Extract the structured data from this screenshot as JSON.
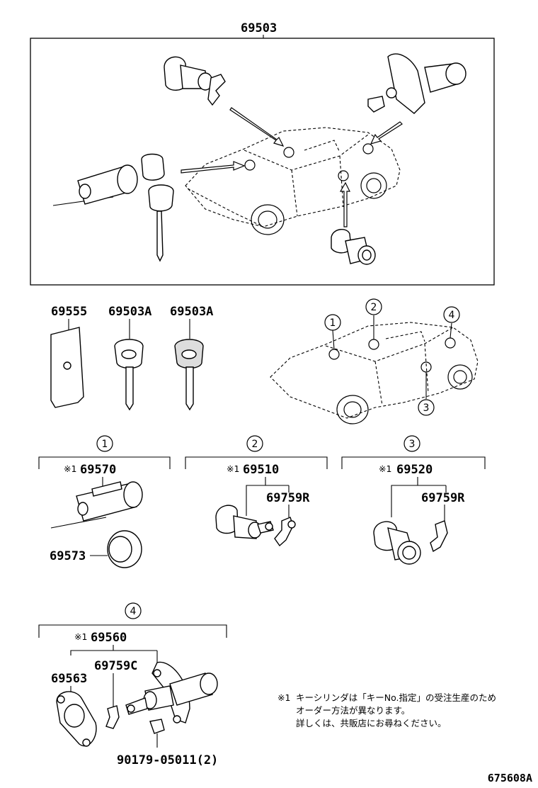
{
  "labels": {
    "assembly_top": "69503",
    "key_plate": "69555",
    "key_master": "69503A",
    "key_sub": "69503A",
    "c1_assy": "69570",
    "c1_ring": "69573",
    "c2_assy": "69510",
    "c2_part": "69759R",
    "c3_assy": "69520",
    "c3_part": "69759R",
    "c4_assy": "69560",
    "c4_plate": "69563",
    "c4_part": "69759C",
    "c4_bolt": "90179-05011(2)",
    "ref_mark": "※1",
    "ref_mark_full": "※1",
    "drawing_number": "675608A"
  },
  "callouts": [
    "1",
    "2",
    "3",
    "4"
  ],
  "notes": [
    "キーシリンダは「キーNo.指定」の受注生産のため",
    "オーダー方法が異なります。",
    "詳しくは、共販店にお尋ねください。"
  ]
}
